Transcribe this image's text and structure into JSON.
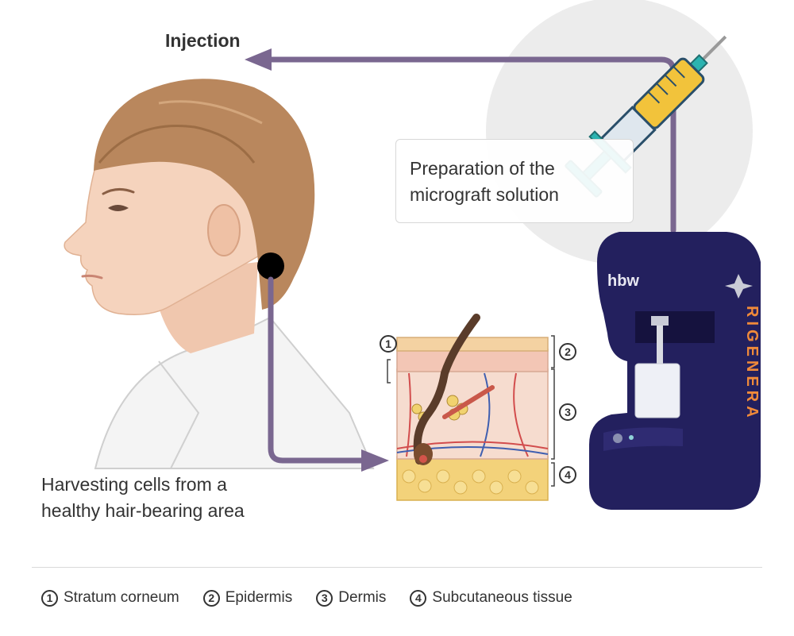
{
  "labels": {
    "injection": "Injection",
    "preparation_line1": "Preparation of the",
    "preparation_line2": "micrograft solution",
    "harvest_line1": "Harvesting cells from a",
    "harvest_line2": "healthy hair-bearing area"
  },
  "device": {
    "brand": "hbw",
    "name": "RIGENERA"
  },
  "callouts": [
    "1",
    "2",
    "3",
    "4"
  ],
  "legend": [
    {
      "num": "1",
      "label": "Stratum corneum"
    },
    {
      "num": "2",
      "label": "Epidermis"
    },
    {
      "num": "3",
      "label": "Dermis"
    },
    {
      "num": "4",
      "label": "Subcutaneous tissue"
    }
  ],
  "colors": {
    "arrow": "#7a6790",
    "device": "#23205e",
    "syringe_body": "#f0c23a",
    "syringe_cap": "#2bb3b0",
    "circle_bg": "#ebebeb",
    "hair": "#b8875d",
    "skin": "#f6dcc8"
  }
}
